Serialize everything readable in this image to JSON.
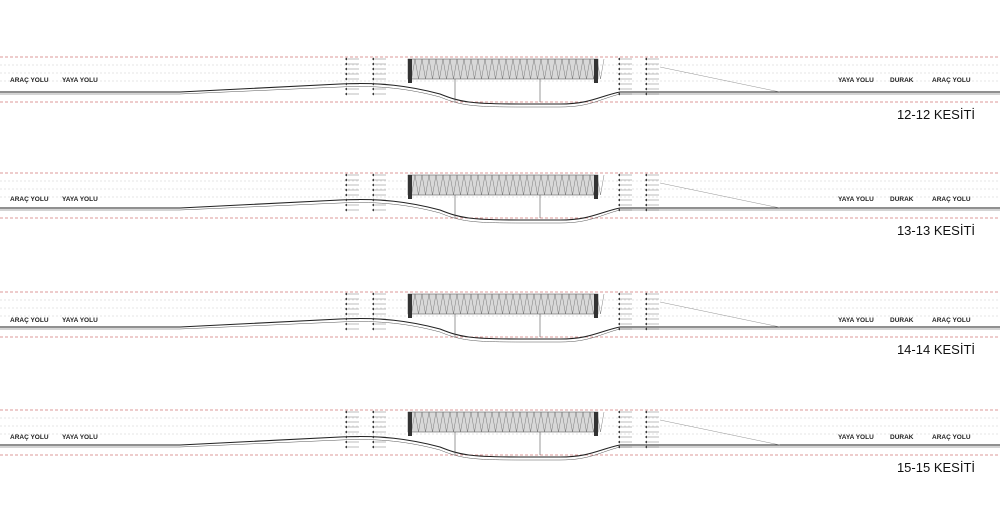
{
  "sections": [
    {
      "title": "12-12 KESİTİ",
      "labels": {
        "left1": "ARAÇ YOLU",
        "left2": "YAYA YOLU",
        "right1": "YAYA YOLU",
        "right2": "DURAK",
        "right3": "ARAÇ YOLU"
      }
    },
    {
      "title": "13-13 KESİTİ",
      "labels": {
        "left1": "ARAÇ YOLU",
        "left2": "YAYA YOLU",
        "right1": "YAYA YOLU",
        "right2": "DURAK",
        "right3": "ARAÇ YOLU"
      }
    },
    {
      "title": "14-14 KESİTİ",
      "labels": {
        "left1": "ARAÇ YOLU",
        "left2": "YAYA YOLU",
        "right1": "YAYA YOLU",
        "right2": "DURAK",
        "right3": "ARAÇ YOLU"
      }
    },
    {
      "title": "15-15 KESİTİ",
      "labels": {
        "left1": "ARAÇ YOLU",
        "left2": "YAYA YOLU",
        "right1": "YAYA YOLU",
        "right2": "DURAK",
        "right3": "ARAÇ YOLU"
      }
    }
  ],
  "colors": {
    "reference_line": "#b33333",
    "ground_line": "#222222",
    "bridge_fill": "#d8d8d8"
  }
}
